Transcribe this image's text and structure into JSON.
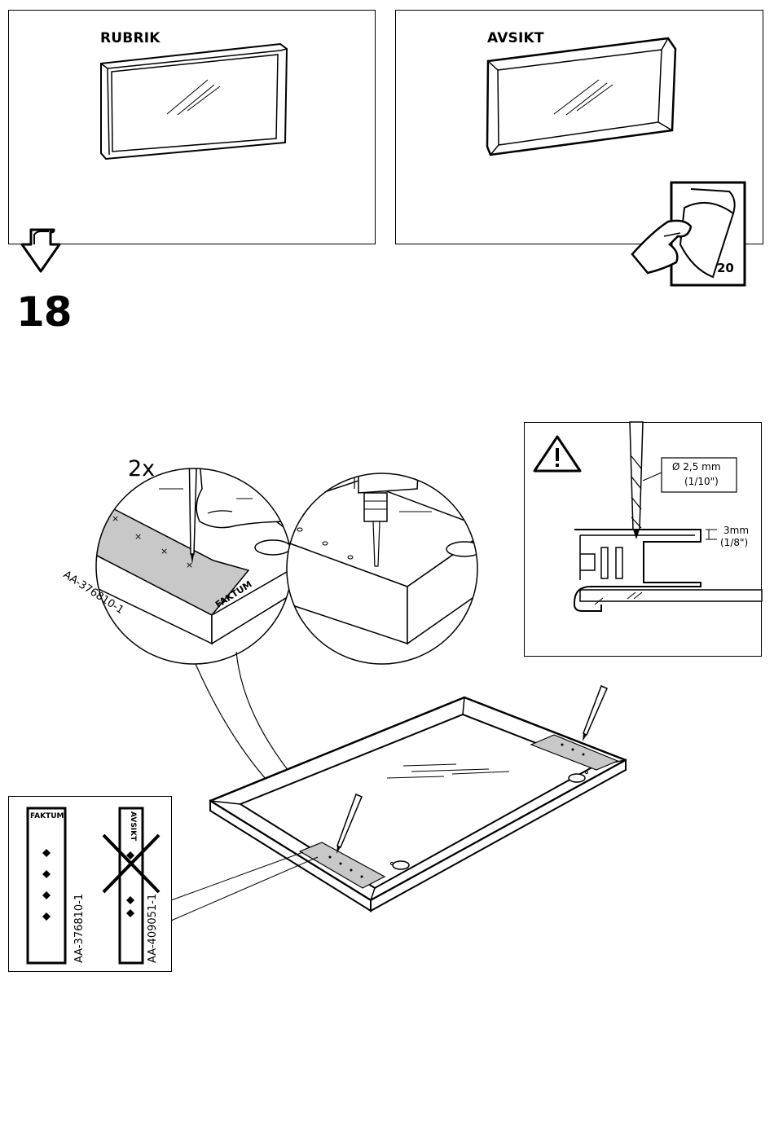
{
  "panels": {
    "left_title": "RUBRIK",
    "right_title": "AVSIKT",
    "page_ref": "20"
  },
  "step": {
    "number": "18"
  },
  "drill_detail": {
    "quantity": "2x",
    "template_code": "AA-376810-1",
    "template_label": "FAKTUM"
  },
  "warning_detail": {
    "drill_diameter": "Ø 2,5 mm",
    "drill_diameter_inch": "(1/10\")",
    "depth_mm": "3mm",
    "depth_inch": "(1/8\")"
  },
  "template_legend": {
    "faktum_label": "FAKTUM",
    "faktum_code": "AA-376810-1",
    "avsikt_label": "AVSIKT",
    "avsikt_code": "AA-409051-1"
  }
}
